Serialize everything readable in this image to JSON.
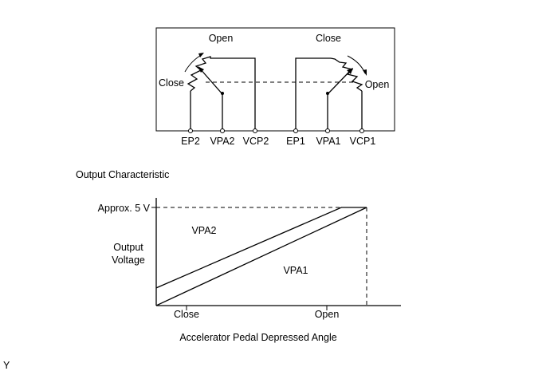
{
  "circuit": {
    "position_labels": {
      "left_top": "Open",
      "left_side": "Close",
      "right_top": "Close",
      "right_side": "Open"
    },
    "terminals": [
      "EP2",
      "VPA2",
      "VCP2",
      "EP1",
      "VPA1",
      "VCP1"
    ]
  },
  "chart_title": "Output Characteristic",
  "chart_data": {
    "type": "line",
    "title": "",
    "xlabel": "Accelerator Pedal Depressed Angle",
    "ylabel": "Output Voltage",
    "ylabel_lines": [
      "Output",
      "Voltage"
    ],
    "x_ticks": [
      "Close",
      "Open"
    ],
    "y_ticks": [
      "Approx. 5 V"
    ],
    "series": [
      {
        "name": "VPA2",
        "points": [
          [
            0,
            0.8
          ],
          [
            8.8,
            4.45
          ],
          [
            10,
            4.45
          ]
        ]
      },
      {
        "name": "VPA1",
        "points": [
          [
            0,
            0
          ],
          [
            10,
            4.45
          ]
        ]
      }
    ]
  },
  "corner_mark": "Y"
}
